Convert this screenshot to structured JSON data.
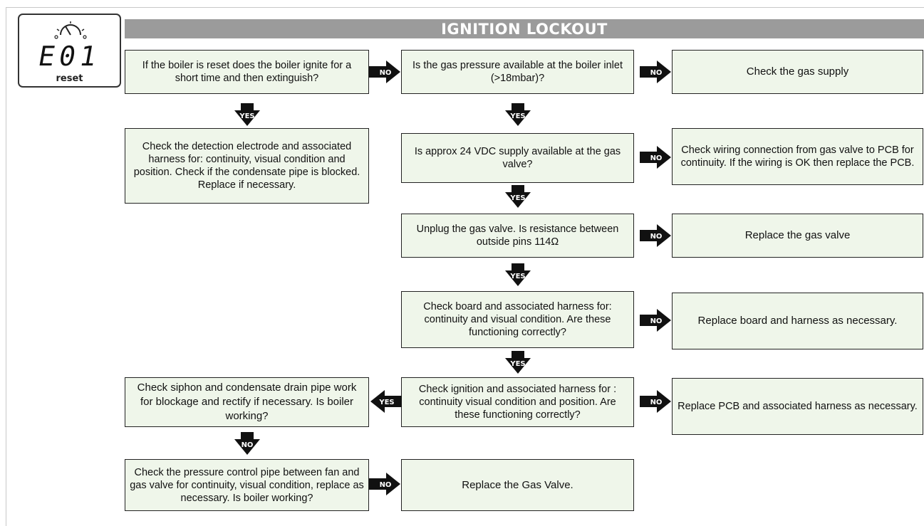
{
  "title": "IGNITION LOCKOUT",
  "display": {
    "code": "E01",
    "reset_label": "reset",
    "icon": "pressure-gauge-icon"
  },
  "colors": {
    "title_bar": "#9b9b9b",
    "box_fill": "#eff6ea",
    "arrow": "#111111"
  },
  "nodes": {
    "q1": "If the boiler is reset does the boiler ignite for a short time and then extinguish?",
    "q2": "Is the gas pressure available at the boiler inlet (>18mbar)?",
    "a_gas_supply": "Check the gas supply",
    "a_electrode": "Check the detection electrode and associated harness for: continuity, visual condition and position. Check if the condensate pipe is blocked. Replace if necessary.",
    "q3": "Is approx 24 VDC supply available at the gas valve?",
    "a_wiring": "Check wiring connection from gas valve to PCB for continuity. If the wiring is OK then replace the PCB.",
    "q4": "Unplug the gas valve. Is resistance between outside pins 114Ω",
    "a_replace_valve": "Replace the gas valve",
    "q5": "Check board and associated harness for: continuity and visual condition. Are these functioning correctly?",
    "a_board": "Replace board and harness as necessary.",
    "q6": "Check ignition and associated harness for : continuity visual condition and position. Are these functioning correctly?",
    "a_pcb": "Replace PCB and associated harness as necessary.",
    "q7": "Check siphon and condensate drain pipe work for blockage and rectify if necessary. Is boiler working?",
    "q8": "Check the pressure control pipe between fan and gas valve for continuity, visual condition, replace as necessary. Is boiler working?",
    "a_final": "Replace the Gas Valve."
  },
  "labels": {
    "yes": "YES",
    "no": "NO"
  }
}
